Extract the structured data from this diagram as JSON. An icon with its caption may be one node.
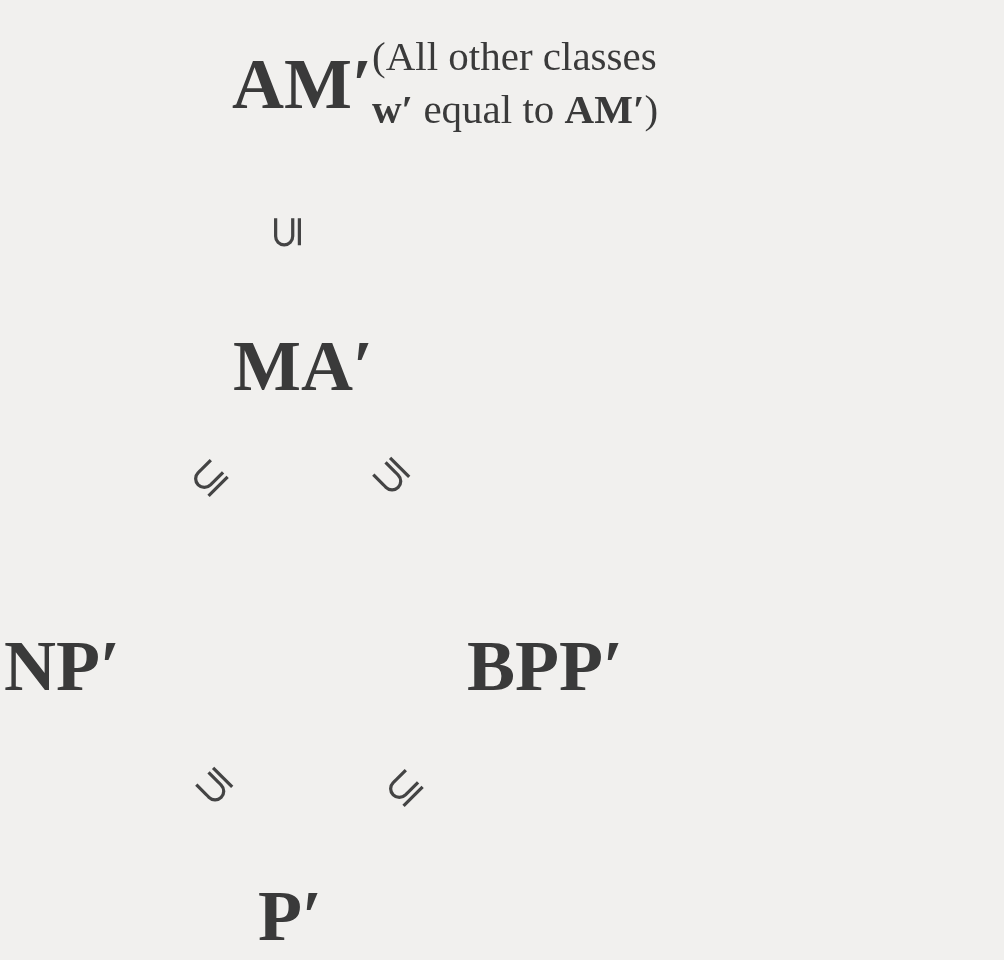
{
  "diagram": {
    "nodes": [
      {
        "text": [
          "AM′"
        ]
      },
      {
        "text": [
          "MA′"
        ]
      },
      {
        "text": [
          "NP′"
        ]
      },
      {
        "text": [
          "BPP′"
        ]
      },
      {
        "text": [
          "P′"
        ]
      }
    ],
    "labels": [
      "(All other classes **w′** equal to **AM′**)",
      "⊆",
      "⊆",
      "⊆",
      "⊆",
      "⊆"
    ]
  }
}
